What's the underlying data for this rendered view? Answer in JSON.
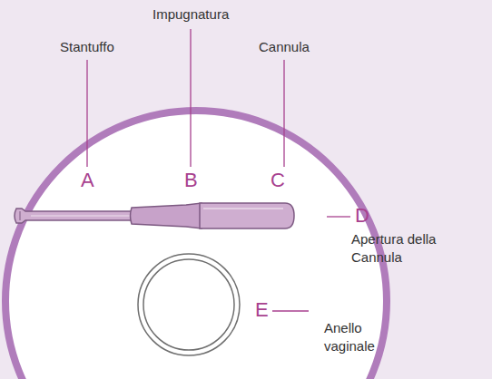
{
  "diagram": {
    "labels": [
      "Impugnatura",
      "Stantuffo",
      "Cannula",
      "A",
      "B",
      "C",
      "D",
      "Apertura della Cannula",
      "E",
      "Anello vaginale"
    ]
  }
}
